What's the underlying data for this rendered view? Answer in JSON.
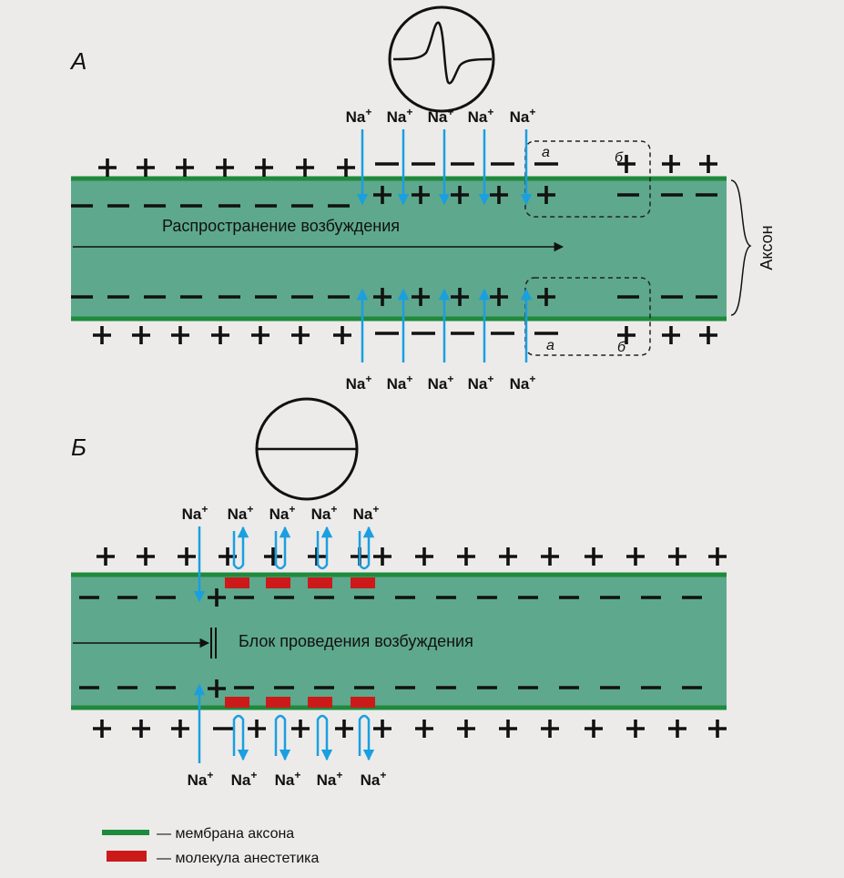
{
  "panel_a": {
    "letter": "А",
    "propagation_label": "Распространение возбуждения",
    "axon_label": "Аксон",
    "ion_label": "Na",
    "ion_charge": "+",
    "zone_a": "а",
    "zone_b": "б"
  },
  "panel_b": {
    "letter": "Б",
    "block_label": "Блок проведения возбуждения",
    "ion_label": "Na",
    "ion_charge": "+"
  },
  "legend": {
    "membrane": "— мембрана аксона",
    "anesthetic": "— молекула анестетика"
  },
  "colors": {
    "axon_fill": "#5ea88e",
    "membrane": "#1f8a3c",
    "ion_arrow": "#1a9fe0",
    "anesthetic": "#cc1a1a"
  }
}
